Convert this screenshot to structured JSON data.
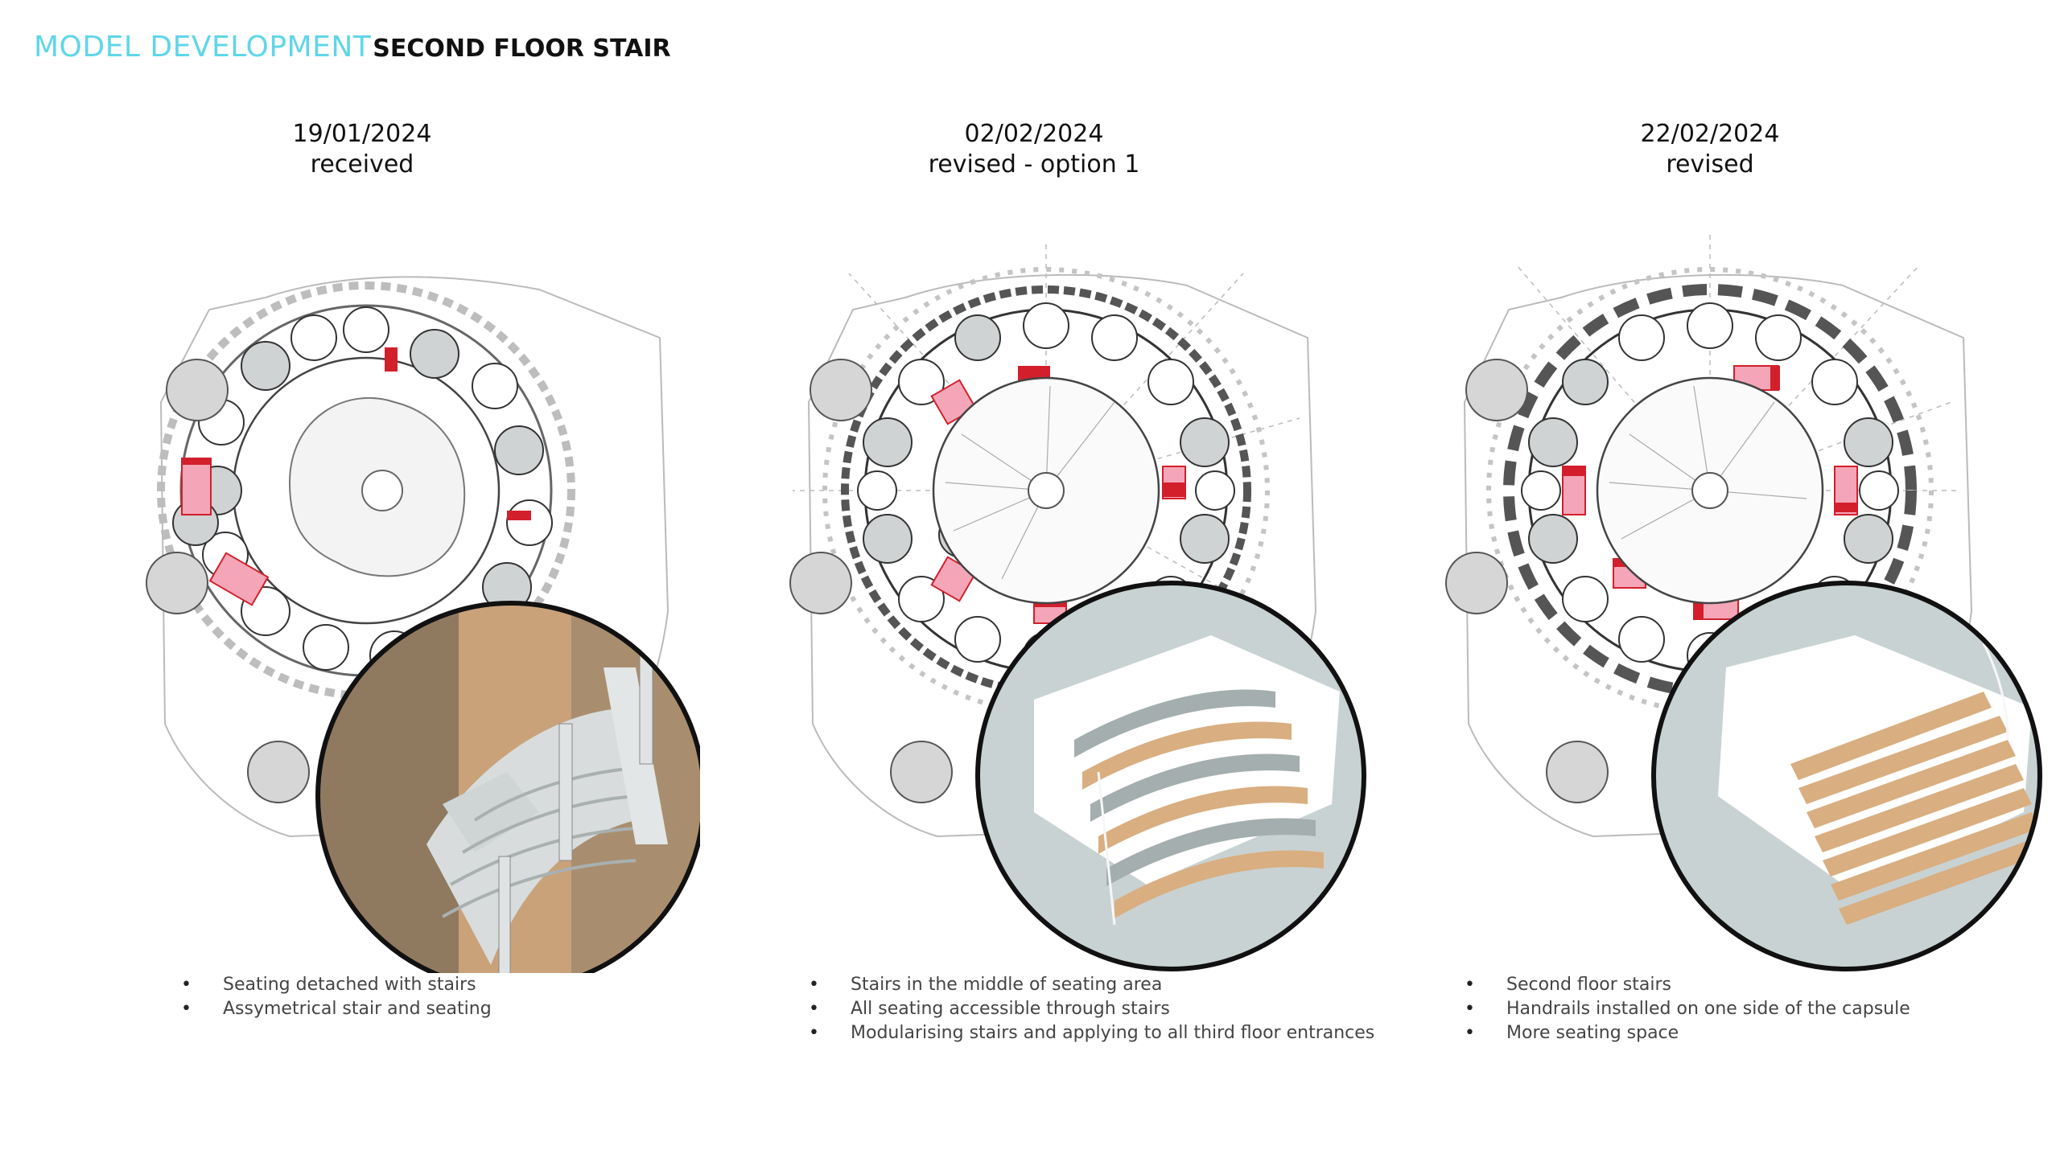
{
  "header": {
    "accent": "MODEL DEVELOPMENT",
    "main": "SECOND FLOOR STAIR"
  },
  "panels": [
    {
      "date": "19/01/2024",
      "status": "received",
      "bullets": [
        "Seating detached with stairs",
        "Assymetrical stair and seating"
      ],
      "detail_style": "render"
    },
    {
      "date": "02/02/2024",
      "status": "revised - option 1",
      "bullets": [
        "Stairs in the middle of seating area",
        "All seating accessible through stairs",
        "Modularising stairs and applying to all third floor entrances"
      ],
      "detail_style": "model"
    },
    {
      "date": "22/02/2024",
      "status": "revised",
      "bullets": [
        "Second floor stairs",
        "Handrails installed on one side of the capsule",
        "More seating space"
      ],
      "detail_style": "model"
    }
  ],
  "colors": {
    "accent": "#5fd6e8",
    "stair_highlight": "#f4a6b8",
    "stair_dark": "#d21f2b",
    "pod_fill": "#cfd3d3",
    "wood": "#d9ae80",
    "model_bg": "#c9d2d2"
  }
}
